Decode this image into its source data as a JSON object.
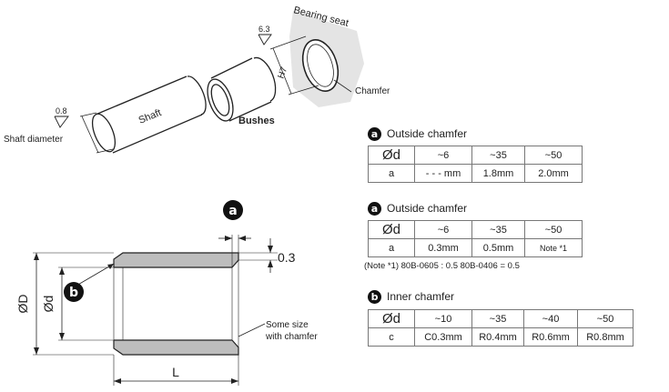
{
  "exploded_view": {
    "labels": {
      "bearing_seat": "Bearing seat",
      "roughness_seat": "6.3",
      "tolerance": "H7",
      "chamfer": "Chamfer",
      "shaft": "Shaft",
      "bushes": "Bushes",
      "roughness_shaft": "0.8",
      "shaft_diameter": "Shaft diameter"
    }
  },
  "section_view": {
    "labels": {
      "marker_a": "a",
      "marker_b": "b",
      "dim_chamfer_height": "0.3",
      "dim_outer": "ØD",
      "dim_inner": "Ød",
      "dim_length": "L",
      "note_line1": "Some size",
      "note_line2": "with chamfer"
    }
  },
  "tables": [
    {
      "badge": "a",
      "title": "Outside chamfer",
      "rows": [
        [
          "Ød",
          "~6",
          "~35",
          "~50"
        ],
        [
          "a",
          "- - - mm",
          "1.8mm",
          "2.0mm"
        ]
      ]
    },
    {
      "badge": "a",
      "title": "Outside chamfer",
      "rows": [
        [
          "Ød",
          "~6",
          "~35",
          "~50"
        ],
        [
          "a",
          "0.3mm",
          "0.5mm",
          "Note *1"
        ]
      ],
      "note": "(Note *1) 80B-0605 : 0.5     80B-0406 = 0.5"
    },
    {
      "badge": "b",
      "title": "Inner chamfer",
      "rows": [
        [
          "Ød",
          "~10",
          "~35",
          "~40",
          "~50"
        ],
        [
          "c",
          "C0.3mm",
          "R0.4mm",
          "R0.6mm",
          "R0.8mm"
        ]
      ]
    }
  ]
}
